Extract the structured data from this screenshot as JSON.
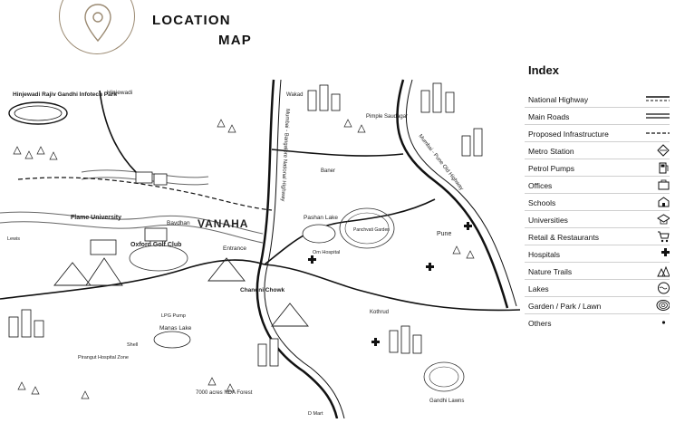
{
  "header": {
    "title_line1": "LOCATION",
    "title_line2": "MAP"
  },
  "index": {
    "title": "Index",
    "items": [
      {
        "label": "National Highway",
        "icon": "national-highway-line"
      },
      {
        "label": "Main Roads",
        "icon": "main-road-line"
      },
      {
        "label": "Proposed Infrastructure",
        "icon": "proposed-infrastructure-line"
      },
      {
        "label": "Metro Station",
        "icon": "metro-station-icon"
      },
      {
        "label": "Petrol Pumps",
        "icon": "petrol-pump-icon"
      },
      {
        "label": "Offices",
        "icon": "office-icon"
      },
      {
        "label": "Schools",
        "icon": "school-icon"
      },
      {
        "label": "Universities",
        "icon": "university-icon"
      },
      {
        "label": "Retail & Restaurants",
        "icon": "retail-cart-icon"
      },
      {
        "label": "Hospitals",
        "icon": "hospital-cross-icon"
      },
      {
        "label": "Nature Trails",
        "icon": "nature-trail-icon"
      },
      {
        "label": "Lakes",
        "icon": "lake-icon"
      },
      {
        "label": "Garden / Park / Lawn",
        "icon": "garden-icon"
      },
      {
        "label": "Others",
        "icon": "dot-icon"
      }
    ]
  },
  "map": {
    "brand": "VANAHA",
    "labels": {
      "hinjewadi_park": "Hinjewadi Rajiv Gandhi Infotech Park",
      "hinjewadi": "Hinjewadi",
      "flame_university": "Flame University",
      "oxford_golf_club": "Oxford Golf Club",
      "bavdhan": "Bavdhan",
      "entrance": "Entrance",
      "chandni_chowk": "Chandni Chowk",
      "manas_lake": "Manas Lake",
      "nda_forest": "7000 acres NDA Forest",
      "pashan_lake": "Pashan Lake",
      "pune": "Pune",
      "wakad": "Wakad",
      "pimple_saudagar": "Pimple Saudagar",
      "baner": "Baner",
      "kothrud": "Kothrud",
      "gandhi_lawns": "Gandhi Lawns",
      "mumbai_pune_highway": "Mumbai - Pune Old Highway",
      "mumbai_bangalore_highway": "Mumbai - Bangalore National Highway",
      "panchvati_garden": "Panchvati Garden",
      "dmart": "D Mart",
      "lewis": "Lewis",
      "shell": "Shell",
      "om_hospital": "Om Hospital",
      "lpg_pump": "LPG Pump",
      "pirangut": "Pirangut Hospital Zone"
    }
  }
}
